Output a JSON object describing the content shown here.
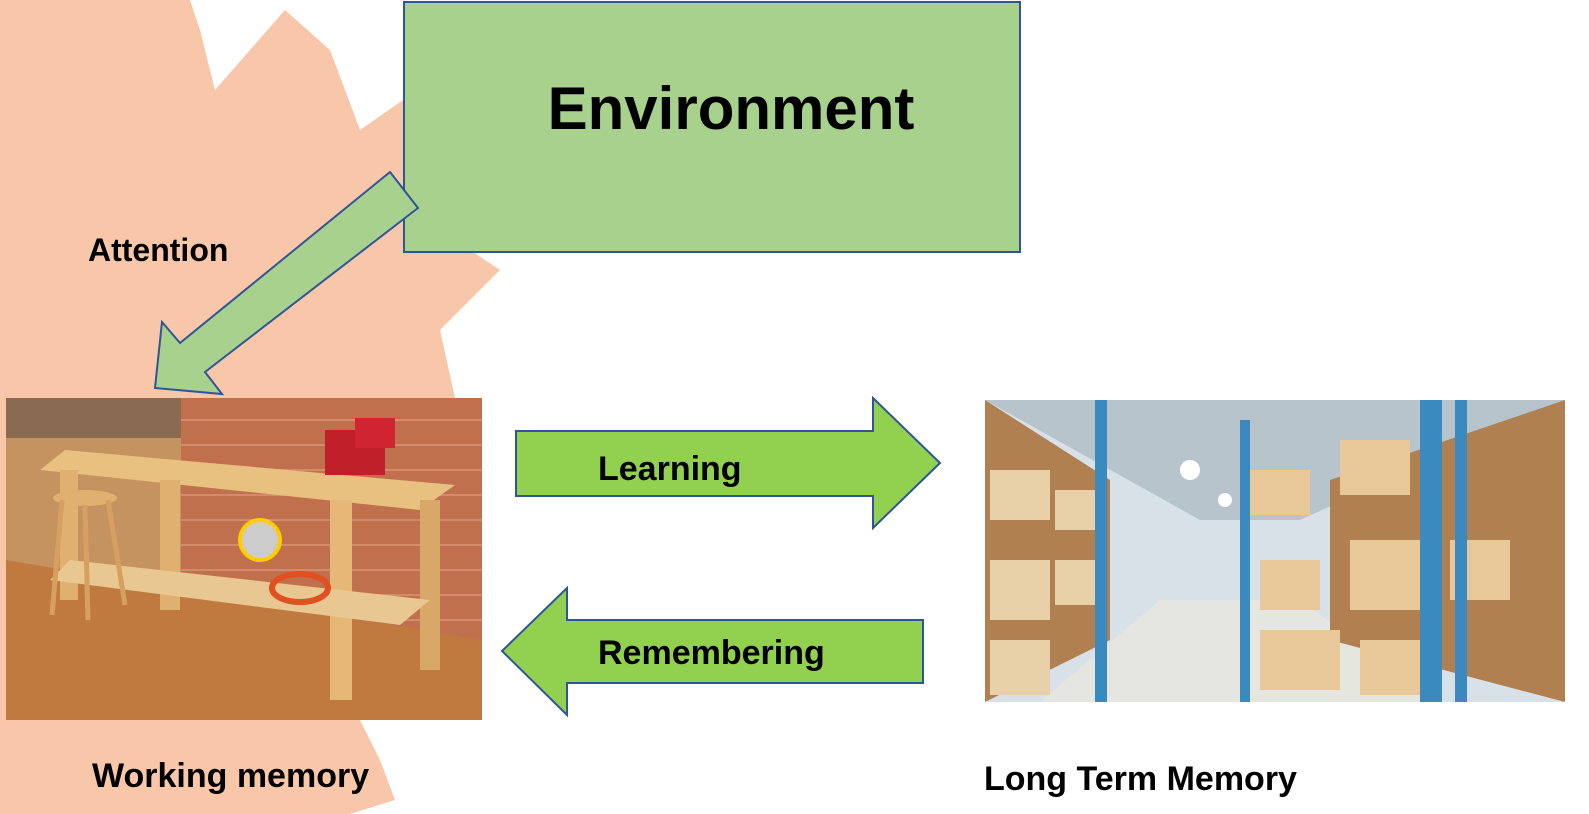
{
  "diagram": {
    "environment": {
      "label": "Environment"
    },
    "attention_arrow": {
      "label": "Attention"
    },
    "learning_arrow": {
      "label": "Learning"
    },
    "remembering_arrow": {
      "label": "Remembering"
    },
    "working_memory": {
      "caption": "Working memory",
      "image_subject": "wooden workbench with vise"
    },
    "long_term_memory": {
      "caption": "Long Term Memory",
      "image_subject": "warehouse aisle with shelves"
    }
  },
  "colors": {
    "background_blob": "#f8c6a8",
    "environment_fill": "#a9d18e",
    "arrow_fill_light": "#a9d18e",
    "arrow_fill_bright": "#92d050",
    "outline": "#2f5597"
  }
}
